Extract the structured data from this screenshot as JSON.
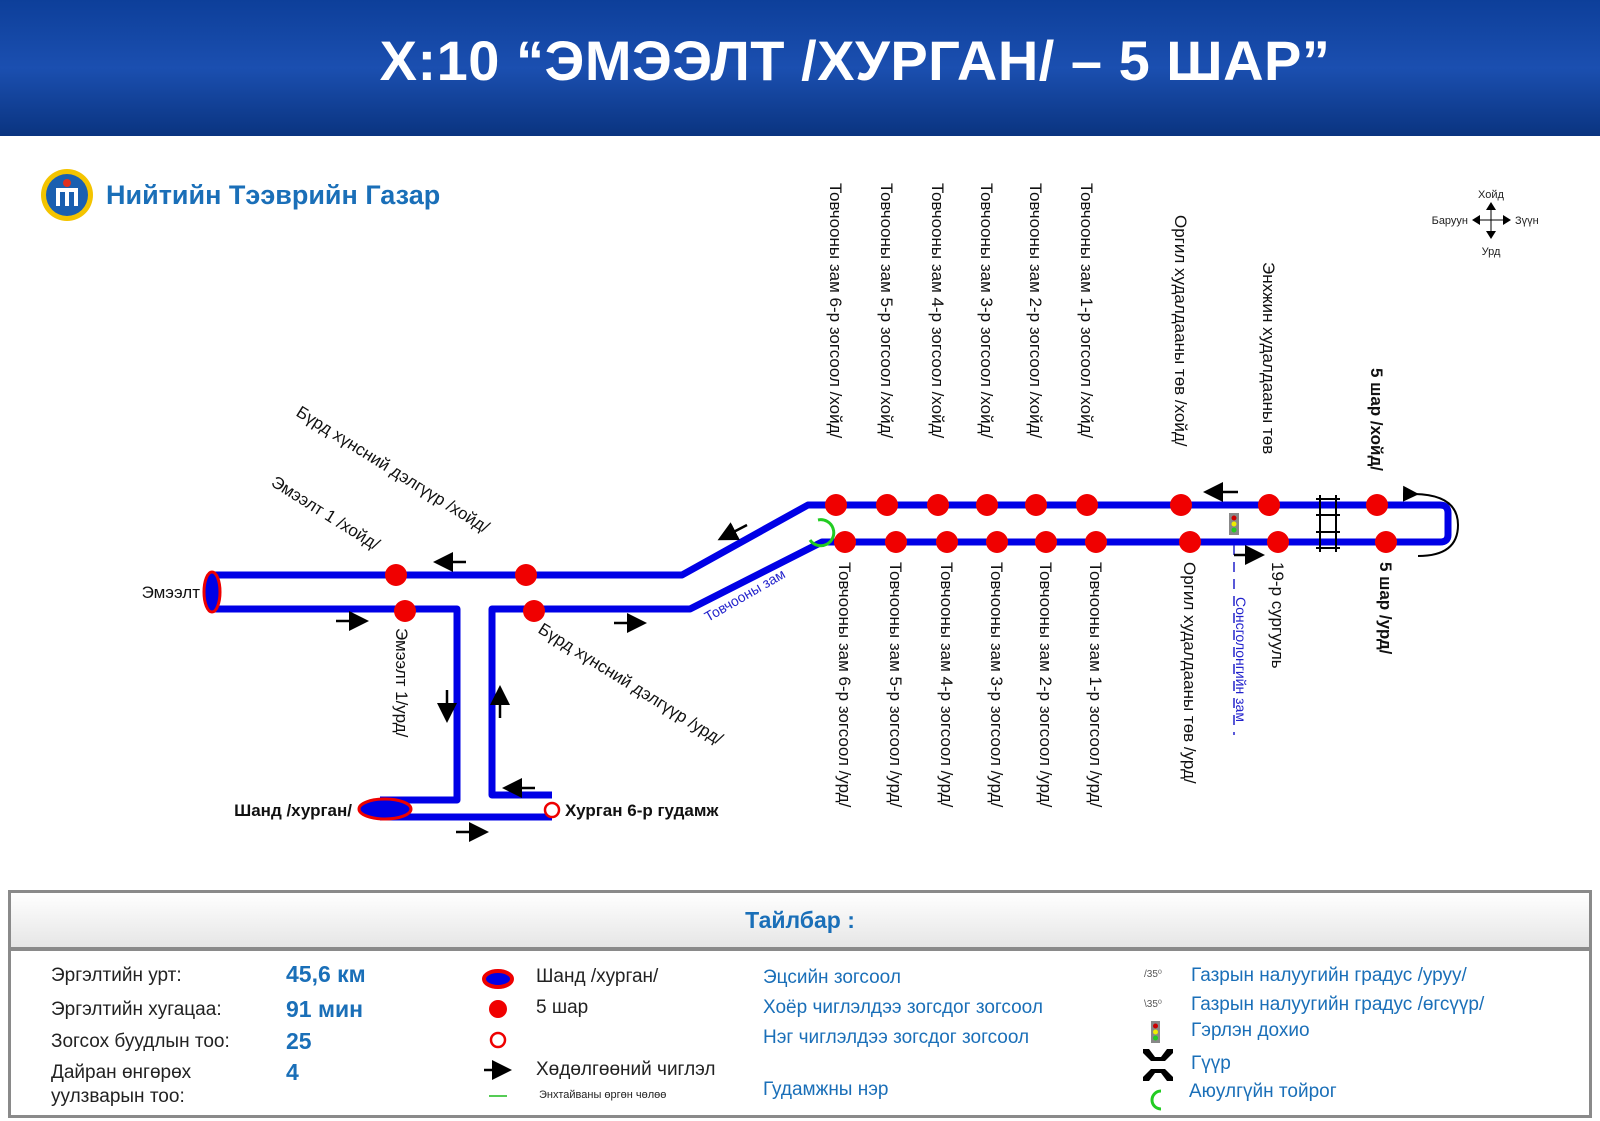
{
  "header": {
    "title": "Х:10 “ЭМЭЭЛТ /ХУРГАН/ – 5 ШАР”"
  },
  "organization": {
    "name": "Нийтийн Тээврийн Газар"
  },
  "compass": {
    "north": "Хойд",
    "south": "Урд",
    "west": "Баруун",
    "east": "Зүүн"
  },
  "map": {
    "north_stops": [
      "Товчооны зам 6-р зогсоол /хойд/",
      "Товчооны зам 5-р зогсоол /хойд/",
      "Товчооны зам 4-р зогсоол /хойд/",
      "Товчооны зам 3-р зогсоол /хойд/",
      "Товчооны зам 2-р зогсоол /хойд/",
      "Товчооны зам 1-р зогсоол /хойд/",
      "Оргил худалдааны төв /хойд/",
      "Энхжин худалдааны төв",
      "5 шар /хойд/"
    ],
    "south_stops": [
      "Товчооны зам 6-р зогсоол /урд/",
      "Товчооны зам 5-р зогсоол /урд/",
      "Товчооны зам 4-р зогсоол /урд/",
      "Товчооны зам 3-р зогсоол /урд/",
      "Товчооны зам 2-р зогсоол /урд/",
      "Товчооны зам 1-р зогсоол /урд/",
      "Оргил худалдааны төв /урд/",
      "19-р сургууль",
      "5 шар /урд/"
    ],
    "emeelt": "Эмээлт",
    "emeelt1_north": "Эмээлт 1 /хойд/",
    "burd_north": "Бүрд хүнсний дэлгүүр /хойд/",
    "emeelt1_south": "Эмээлт 1/урд/",
    "burd_south": "Бүрд хүнсний дэлгүүр /урд/",
    "terminal": "Шанд /хурган/",
    "khurgan6": "Хурган 6-р гудамж",
    "street_tovchoo": "Товчооны зам",
    "street_songino": "Сонсголонгийн зам"
  },
  "legend": {
    "title": "Тайлбар :",
    "stats": [
      {
        "label": "Эргэлтийн урт:",
        "value": "45,6 км"
      },
      {
        "label": "Эргэлтийн хугацаа:",
        "value": "91 мин"
      },
      {
        "label": "Зогсох буудлын тоо:",
        "value": "25"
      },
      {
        "label": "Дайран өнгөрөх уулзварын тоо:",
        "value": "4"
      }
    ],
    "symbols": {
      "terminal": "Шанд /хурган/",
      "stop": "5 шар",
      "direction": "Хөдөлгөөний чиглэл",
      "green": "Энхтайваны өргөн чөлөө"
    },
    "stop_types": [
      "Эцсийн зогсоол",
      "Хоёр чиглэлдээ зогсдог зогсоол",
      "Нэг чиглэлдээ зогсдог зогсоол",
      "Гудамжны нэр"
    ],
    "slope_down_sym": "/35⁰",
    "slope_up_sym": "\\35⁰",
    "other": [
      "Газрын налуугийн градус /уруу/",
      "Газрын налуугийн градус /өгсүүр/",
      "Гэрлэн дохио",
      "Гүүр",
      "Аюулгүйн тойрог"
    ]
  },
  "colors": {
    "route": "#0000e6",
    "stop": "#f00000",
    "accent": "#1a6fb8"
  }
}
